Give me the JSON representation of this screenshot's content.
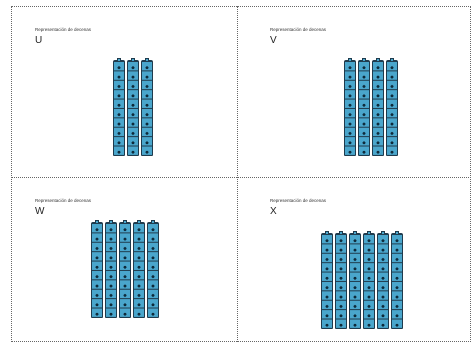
{
  "panels": [
    {
      "caption": "Representación de decenas",
      "letter": "U",
      "rods": 3
    },
    {
      "caption": "Representación de decenas",
      "letter": "V",
      "rods": 4
    },
    {
      "caption": "Representación de decenas",
      "letter": "W",
      "rods": 5
    },
    {
      "caption": "Representación de decenas",
      "letter": "X",
      "rods": 6
    }
  ],
  "rod_color": "#4aa6cc",
  "rod_outline_color": "#1f3b4d",
  "cubes_per_rod": 10
}
